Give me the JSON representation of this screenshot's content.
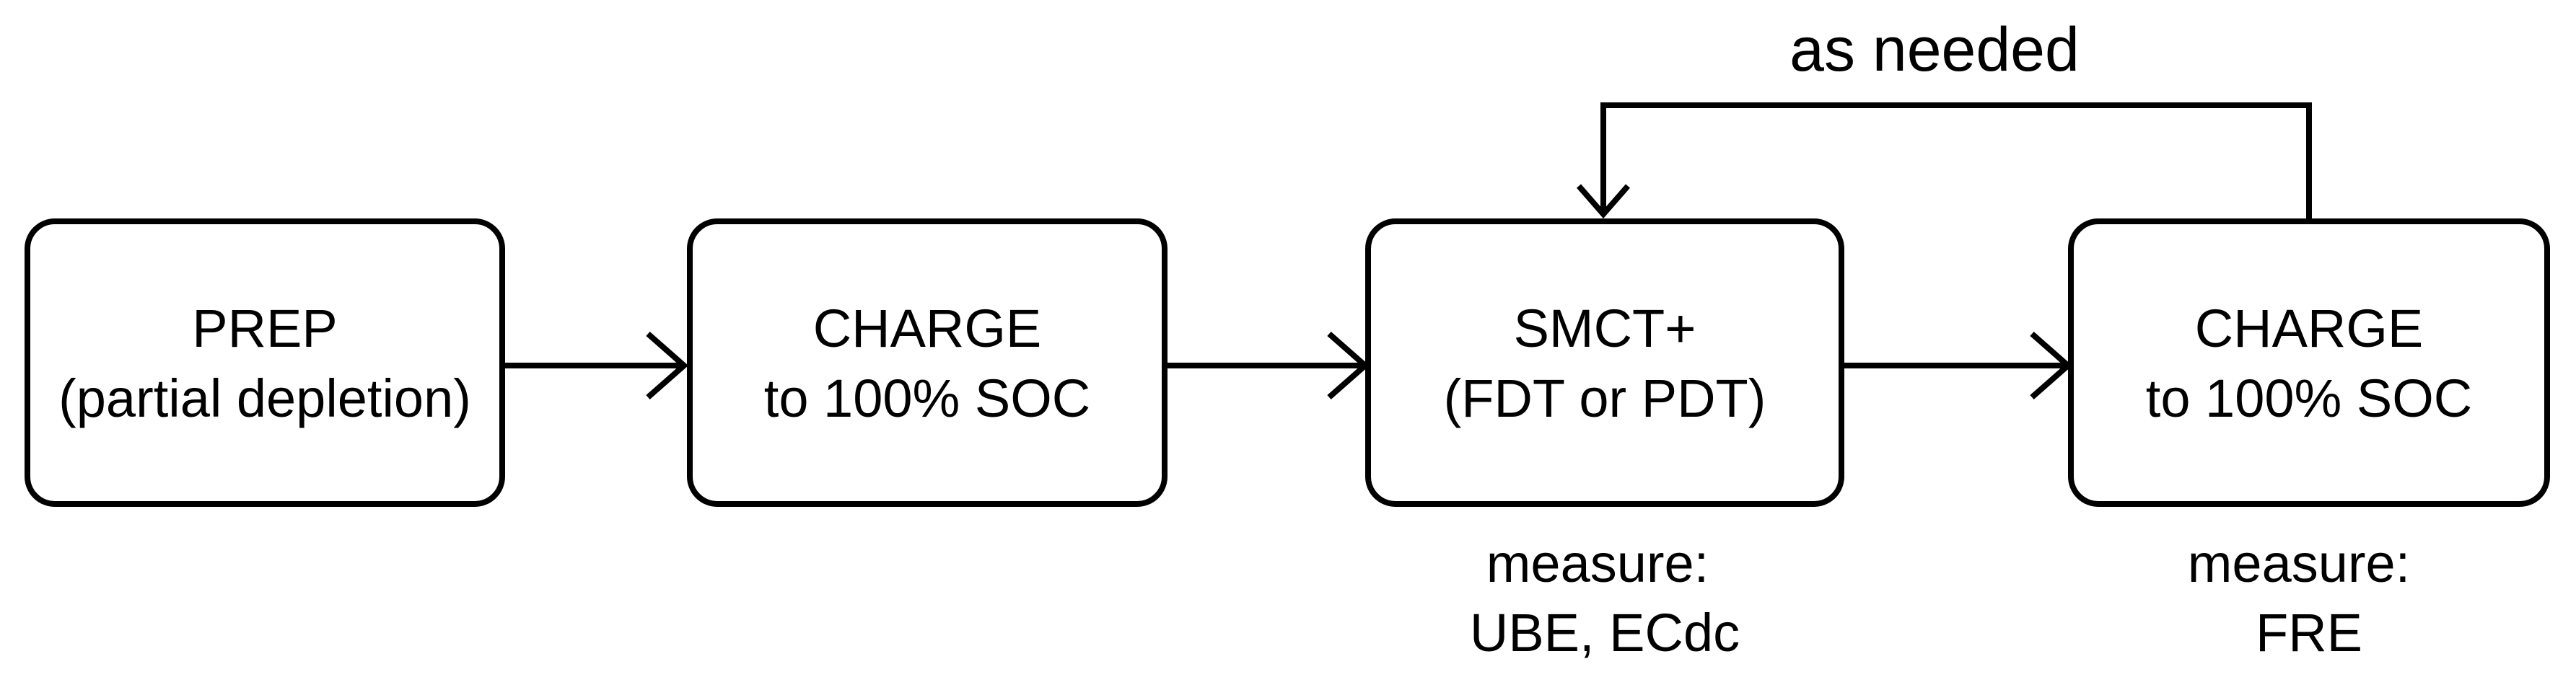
{
  "nodes": [
    {
      "id": "prep",
      "line1": "PREP",
      "line2": "(partial depletion)"
    },
    {
      "id": "charge-1",
      "line1": "CHARGE",
      "line2": "to 100% SOC"
    },
    {
      "id": "smct",
      "line1": "SMCT+",
      "line2": "(FDT or PDT)"
    },
    {
      "id": "charge-2",
      "line1": "CHARGE",
      "line2": "to 100% SOC"
    }
  ],
  "notes": {
    "smct": {
      "line1": "measure:",
      "line2": "UBE, ECdc"
    },
    "charge_2": {
      "line1": "measure:",
      "line2": "FRE"
    }
  },
  "loop": {
    "label": "as needed"
  }
}
